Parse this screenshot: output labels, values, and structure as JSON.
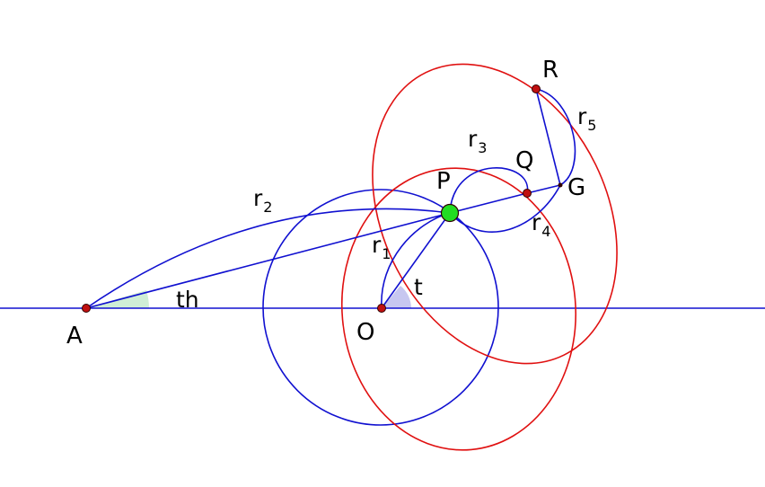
{
  "colors": {
    "blue": "#1010d0",
    "red": "#e01010",
    "point_fill": "#c01010",
    "point_stroke": "#300000",
    "P_fill": "#22dd22",
    "angle_th_fill": "#cfeed6",
    "angle_t_fill": "#c7c7f0"
  },
  "labels": {
    "A": "A",
    "O": "O",
    "P": "P",
    "Q": "Q",
    "G": "G",
    "R": "R",
    "th": "th",
    "t": "t",
    "r1_main": "r",
    "r1_sub": "1",
    "r2_main": "r",
    "r2_sub": "2",
    "r3_main": "r",
    "r3_sub": "3",
    "r4_main": "r",
    "r4_sub": "4",
    "r5_main": "r",
    "r5_sub": "5"
  }
}
